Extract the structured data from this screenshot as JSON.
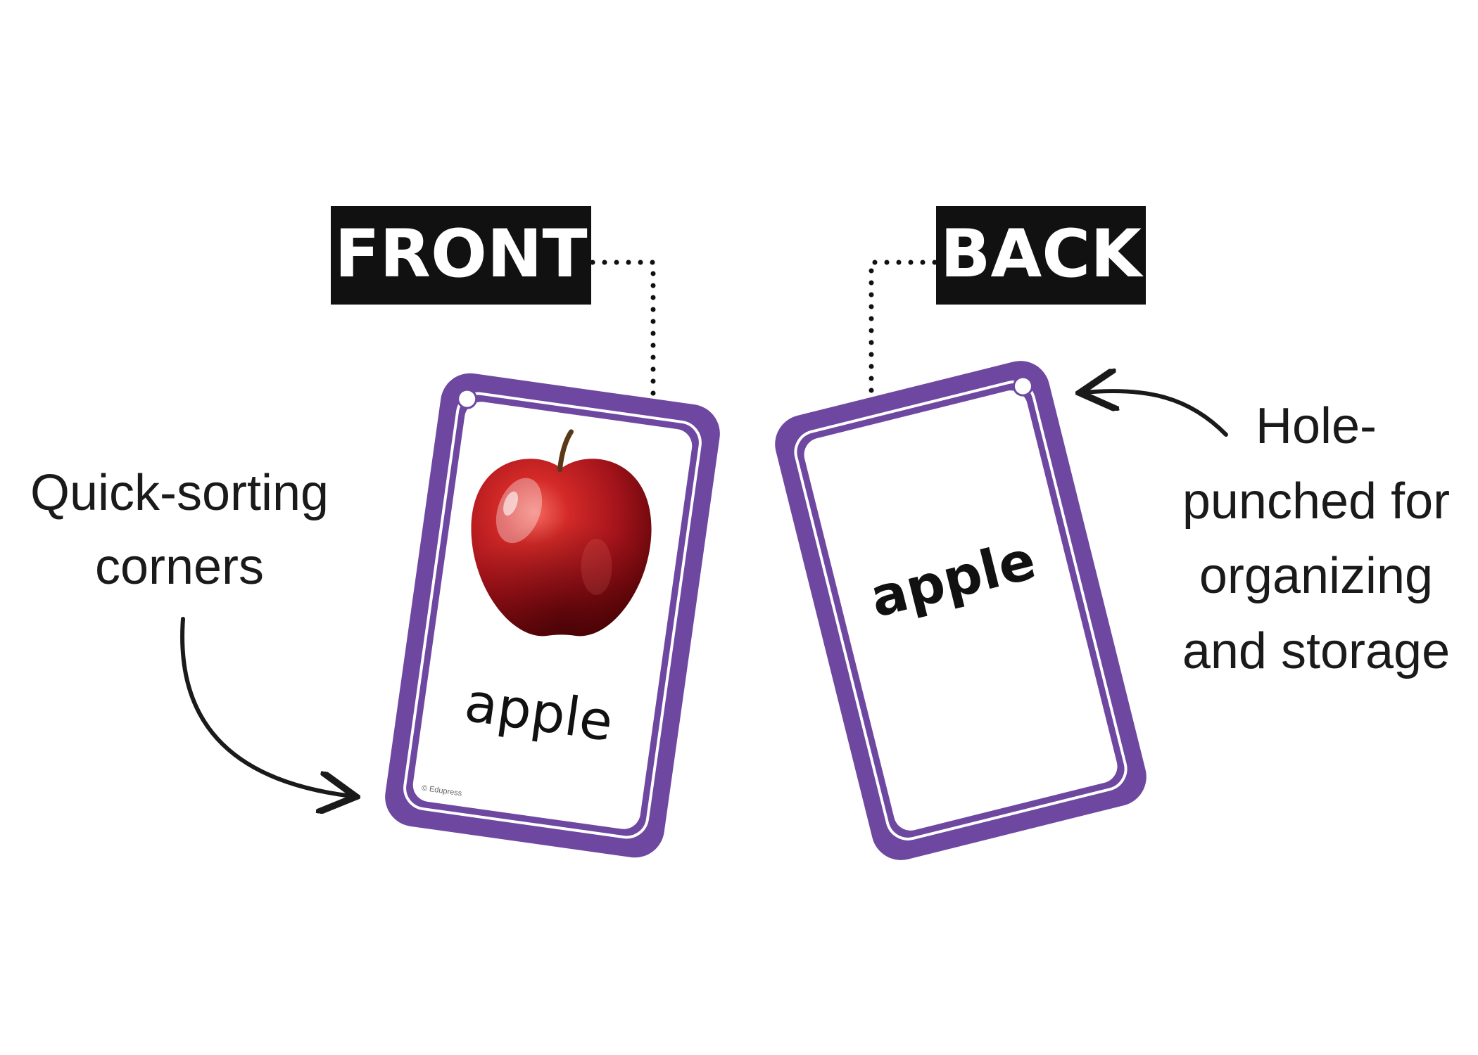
{
  "labels": {
    "front": "FRONT",
    "back": "BACK"
  },
  "callouts": {
    "left": [
      "Quick-sorting",
      "corners"
    ],
    "right": [
      "Hole-",
      "punched for",
      "organizing",
      "and storage"
    ]
  },
  "cards": {
    "front": {
      "word": "apple",
      "copyright": "© Edupress",
      "image_subject": "red-apple"
    },
    "back": {
      "word": "apple"
    }
  },
  "colors": {
    "card_border": "#6e47a1",
    "tag_background": "#111111",
    "apple": "#b3121a",
    "ink": "#1a1a1a"
  }
}
